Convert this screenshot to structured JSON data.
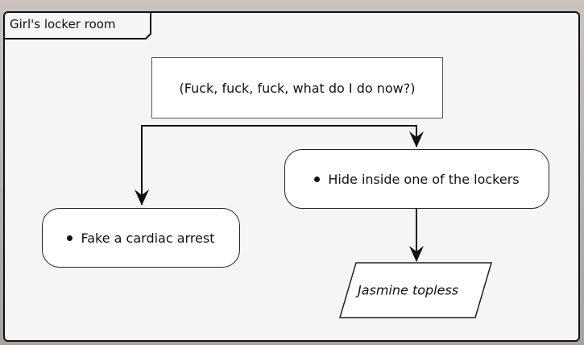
{
  "diagram": {
    "group_label": "Girl's locker room",
    "note": "(Fuck, fuck, fuck, what do I do now?)",
    "choices": [
      {
        "label": "Hide inside one of the lockers"
      },
      {
        "label": "Fake a cardiac arrest"
      }
    ],
    "outcome": "Jasmine topless",
    "colors": {
      "frame": "#f5f5f5",
      "stroke": "#111111",
      "box": "#ffffff",
      "background": "#c0b9b4"
    }
  }
}
